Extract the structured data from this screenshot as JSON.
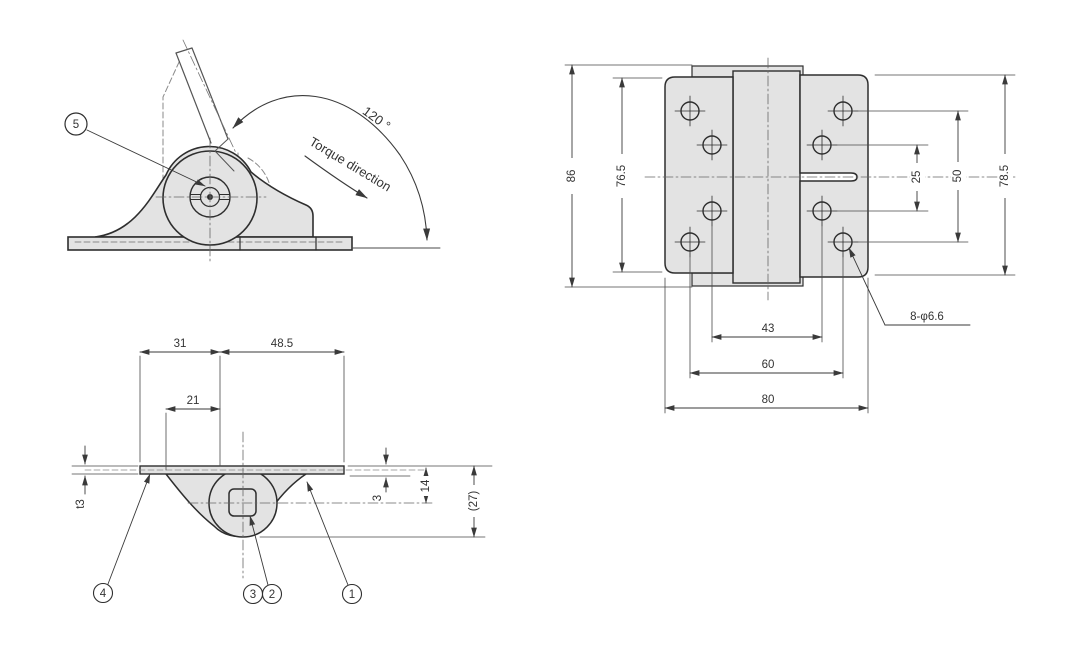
{
  "drawing": {
    "side_view": {
      "callout_5": "5",
      "angle_label": "120 °",
      "torque_label": "Torque direction"
    },
    "section_view": {
      "dims": {
        "d31": "31",
        "d48_5": "48.5",
        "d21": "21",
        "t3": "t3",
        "d3": "3",
        "d14": "14",
        "d27": "(27)"
      },
      "callouts": {
        "c4": "4",
        "c3": "3",
        "c2": "2",
        "c1": "1"
      }
    },
    "front_view": {
      "dims": {
        "d86": "86",
        "d76_5": "76.5",
        "d25": "25",
        "d50": "50",
        "d78_5": "78.5",
        "d43": "43",
        "d60": "60",
        "d80": "80"
      },
      "holes_label": "8-φ6.6"
    },
    "colors": {
      "plate_fill": "#e3e3e3",
      "object_line": "#2e2e2e",
      "thin_line": "#4a4a4a"
    }
  }
}
